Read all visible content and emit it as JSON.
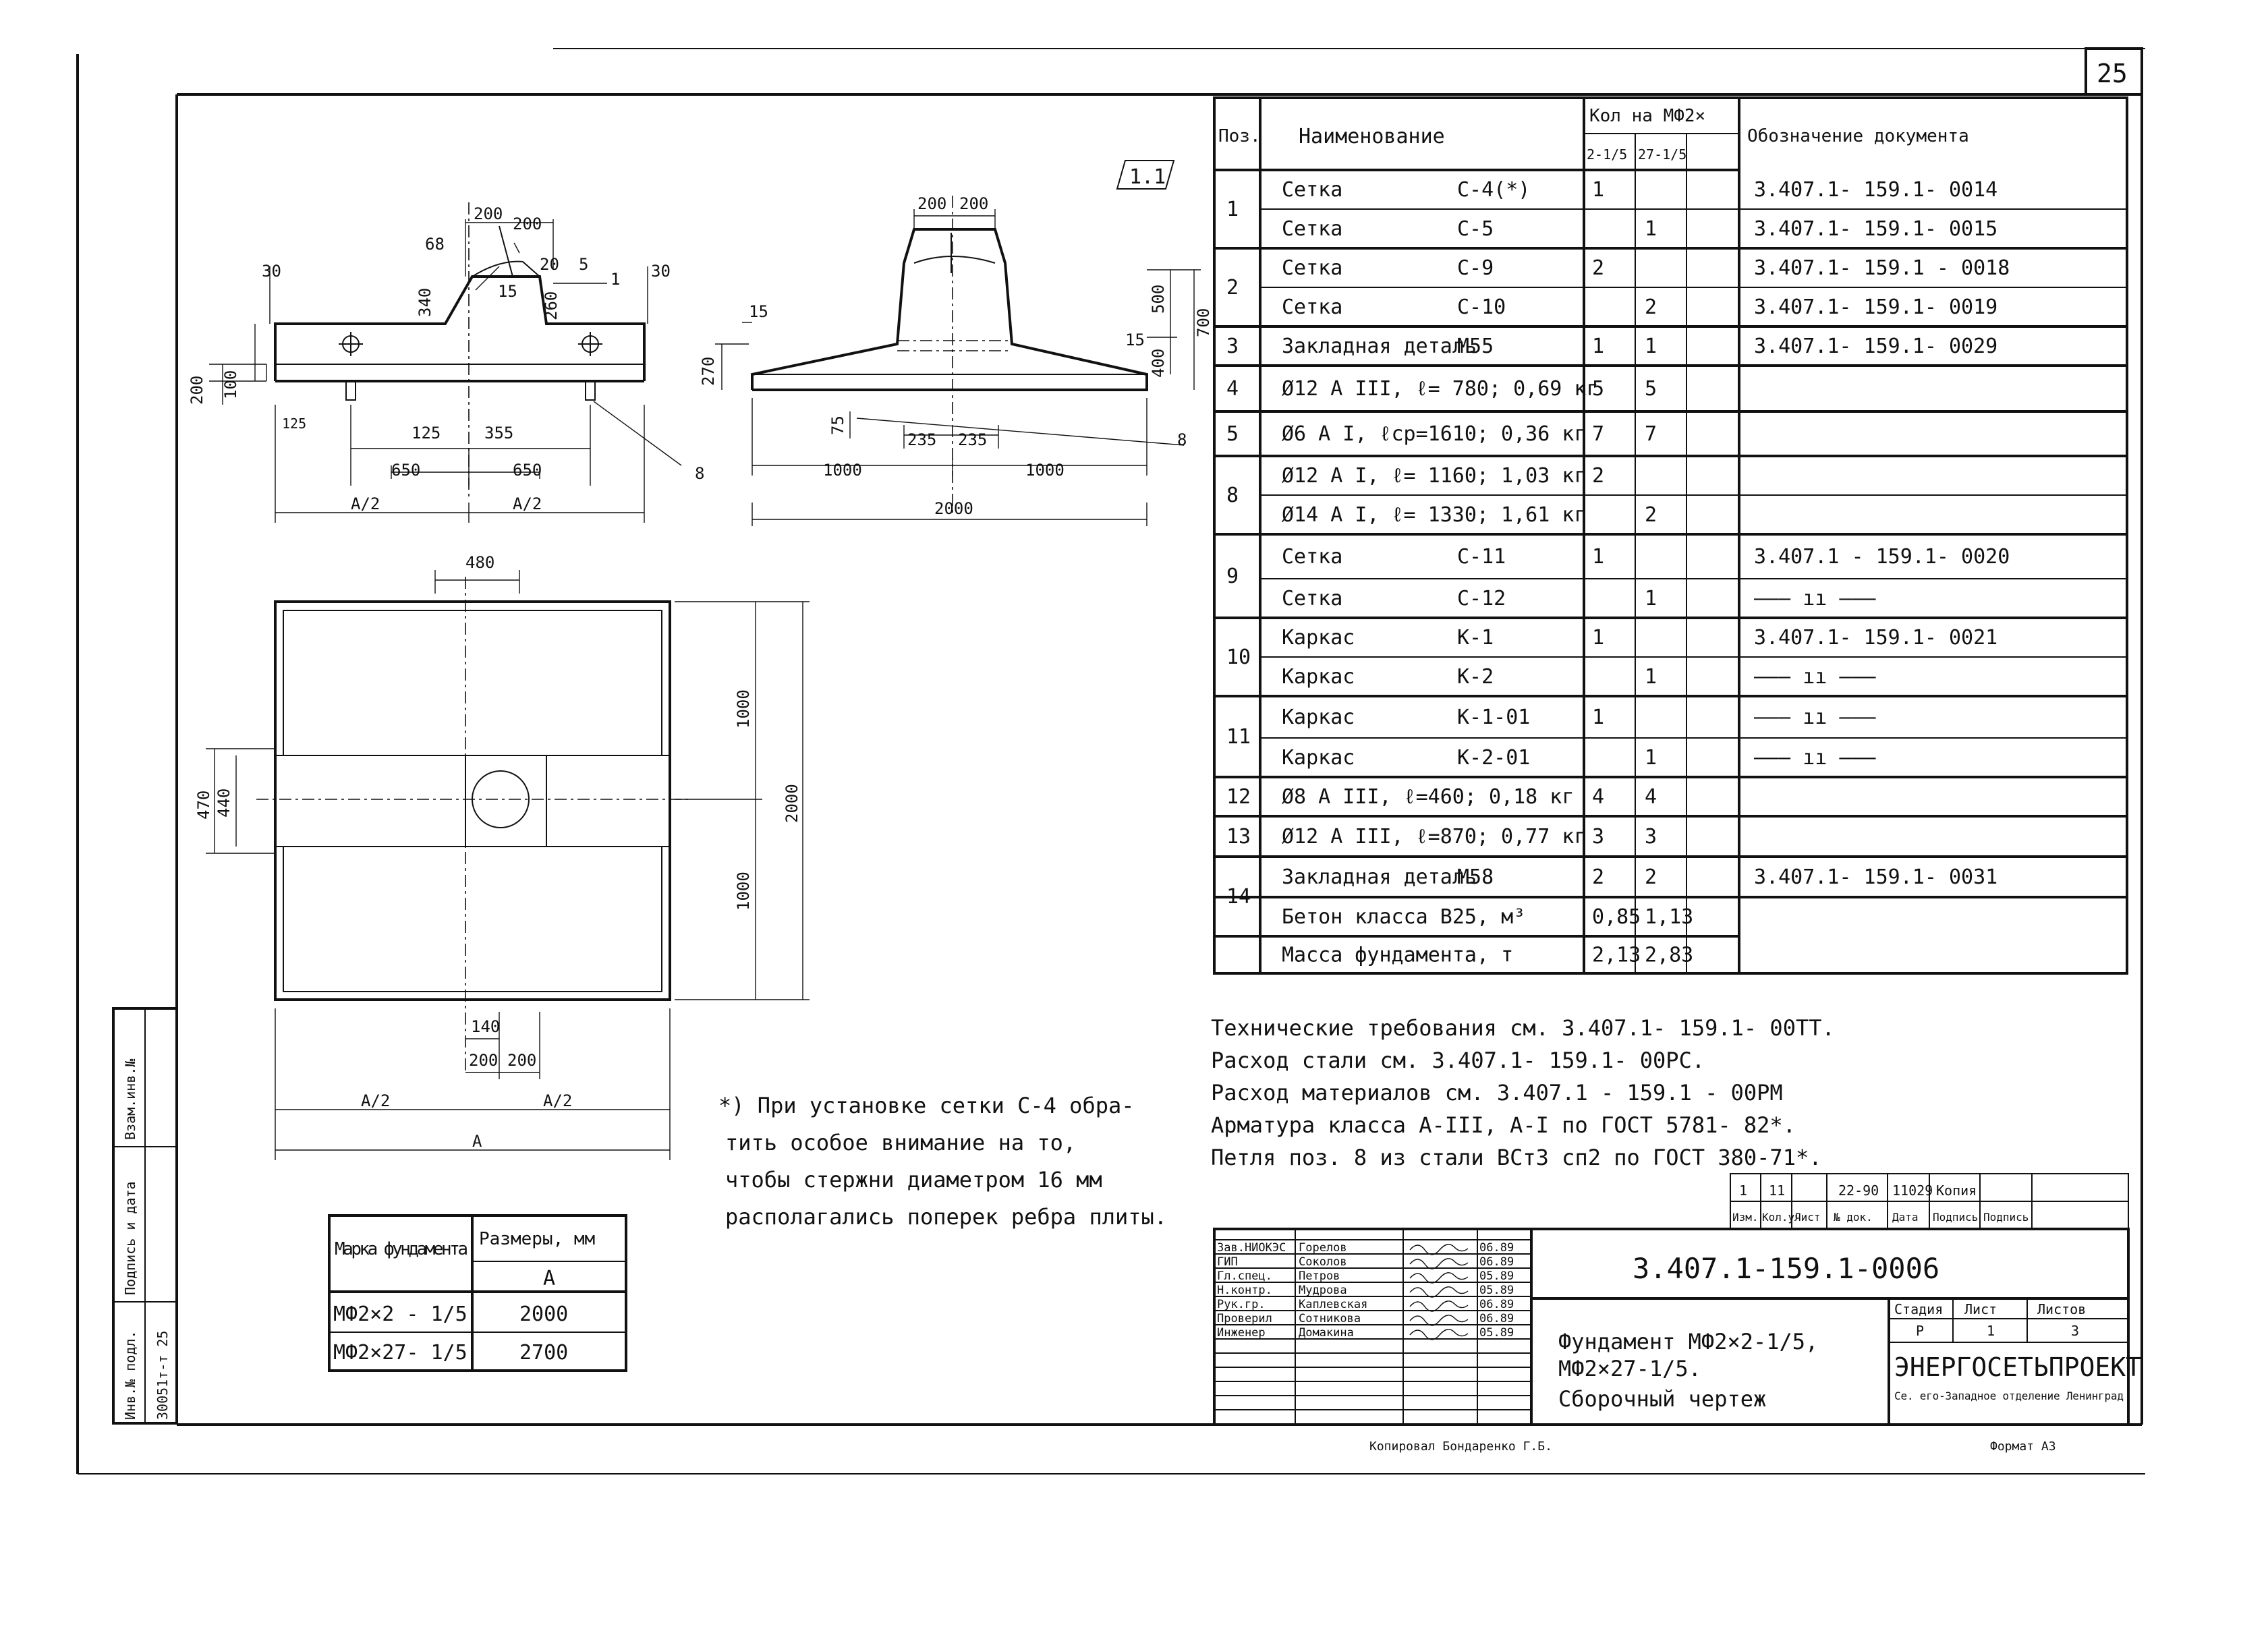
{
  "sheet_number": "25",
  "document_code": "3.407.1-159.1-0006",
  "view_marker": "1.1",
  "spec_table": {
    "headers": {
      "pos": "Поз.",
      "name": "Наименование",
      "qty": "Кол на МФ2×",
      "qty_col1": "2-1/5",
      "qty_col2": "27-1/5",
      "doc": "Обозначение документа"
    },
    "rows": [
      {
        "pos": "1",
        "name": "Сетка",
        "mark": "С-4(*)",
        "q1": "1",
        "q2": "",
        "doc": "3.407.1- 159.1- 0014"
      },
      {
        "pos": "",
        "name": "Сетка",
        "mark": "С-5",
        "q1": "",
        "q2": "1",
        "doc": "3.407.1- 159.1- 0015"
      },
      {
        "pos": "2",
        "name": "Сетка",
        "mark": "С-9",
        "q1": "2",
        "q2": "",
        "doc": "3.407.1- 159.1 - 0018"
      },
      {
        "pos": "",
        "name": "Сетка",
        "mark": "С-10",
        "q1": "",
        "q2": "2",
        "doc": "3.407.1- 159.1- 0019"
      },
      {
        "pos": "3",
        "name": "Закладная деталь",
        "mark": "М55",
        "q1": "1",
        "q2": "1",
        "doc": "3.407.1- 159.1- 0029"
      },
      {
        "pos": "4",
        "name": "Ø12 А III, ℓ= 780; 0,69 кг",
        "mark": "",
        "q1": "5",
        "q2": "5",
        "doc": ""
      },
      {
        "pos": "5",
        "name": "Ø6 А I, ℓср=1610; 0,36 кг",
        "mark": "",
        "q1": "7",
        "q2": "7",
        "doc": ""
      },
      {
        "pos": "8",
        "name": "Ø12 А I, ℓ= 1160; 1,03 кг",
        "mark": "",
        "q1": "2",
        "q2": "",
        "doc": ""
      },
      {
        "pos": "",
        "name": "Ø14 А I, ℓ= 1330; 1,61 кг",
        "mark": "",
        "q1": "",
        "q2": "2",
        "doc": ""
      },
      {
        "pos": "9",
        "name": "Сетка",
        "mark": "С-11",
        "q1": "1",
        "q2": "",
        "doc": "3.407.1 - 159.1- 0020"
      },
      {
        "pos": "",
        "name": "Сетка",
        "mark": "С-12",
        "q1": "",
        "q2": "1",
        "doc": "——— ıı ———"
      },
      {
        "pos": "10",
        "name": "Каркас",
        "mark": "К-1",
        "q1": "1",
        "q2": "",
        "doc": "3.407.1- 159.1- 0021"
      },
      {
        "pos": "",
        "name": "Каркас",
        "mark": "К-2",
        "q1": "",
        "q2": "1",
        "doc": "——— ıı ———"
      },
      {
        "pos": "11",
        "name": "Каркас",
        "mark": "К-1-01",
        "q1": "1",
        "q2": "",
        "doc": "——— ıı ———"
      },
      {
        "pos": "",
        "name": "Каркас",
        "mark": "К-2-01",
        "q1": "",
        "q2": "1",
        "doc": "——— ıı ———"
      },
      {
        "pos": "12",
        "name": "Ø8 А III, ℓ=460; 0,18 кг",
        "mark": "",
        "q1": "4",
        "q2": "4",
        "doc": ""
      },
      {
        "pos": "13",
        "name": "Ø12 А III, ℓ=870; 0,77 кг",
        "mark": "",
        "q1": "3",
        "q2": "3",
        "doc": ""
      },
      {
        "pos": "14",
        "name": "Закладная деталь",
        "mark": "М58",
        "q1": "2",
        "q2": "2",
        "doc": "3.407.1- 159.1- 0031"
      },
      {
        "pos": "",
        "name": "Бетон класса В25, м³",
        "mark": "",
        "q1": "0,85",
        "q2": "1,13",
        "doc": ""
      },
      {
        "pos": "",
        "name": "Масса фундамента, т",
        "mark": "",
        "q1": "2,13",
        "q2": "2,83",
        "doc": ""
      }
    ]
  },
  "tech_notes": [
    "Технические требования см. 3.407.1- 159.1- 00ТТ.",
    "Расход стали см. 3.407.1- 159.1- 00РС.",
    "Расход материалов см. 3.407.1 - 159.1 - 00РМ",
    "Арматура класса А-III, А-I по ГОСТ 5781- 82*.",
    "Петля поз. 8 из стали ВСт3 сп2 по ГОСТ 380-71*."
  ],
  "footnote": [
    "*) При установке сетки С-4 обра-",
    "тить особое внимание на то,",
    "чтобы стержни диаметром 16 мм",
    "располагались поперек ребра плиты."
  ],
  "size_table": {
    "h_mark": "Марка фундамента",
    "h_sizes": "Размеры, мм",
    "h_col": "А",
    "rows": [
      {
        "mark": "МФ2×2 - 1/5",
        "a": "2000"
      },
      {
        "mark": "МФ2×27- 1/5",
        "a": "2700"
      }
    ]
  },
  "revision_block": {
    "values": [
      "1",
      "11",
      "",
      "22-90",
      "11029",
      "Копия"
    ],
    "labels": [
      "Изм.",
      "Кол.уч",
      "Лист",
      "№ док.",
      "Дата",
      "Подпись",
      "Подпись"
    ]
  },
  "signatures": [
    {
      "role": "Зав.НИОКЭС",
      "name": "Горелов",
      "date": "06.89"
    },
    {
      "role": "ГИП",
      "name": "Соколов",
      "date": "06.89"
    },
    {
      "role": "Гл.спец.",
      "name": "Петров",
      "date": "05.89"
    },
    {
      "role": "Н.контр.",
      "name": "Мудрова",
      "date": "05.89"
    },
    {
      "role": "Рук.гр.",
      "name": "Каплевская",
      "date": "06.89"
    },
    {
      "role": "Проверил",
      "name": "Сотникова",
      "date": "06.89"
    },
    {
      "role": "Инженер",
      "name": "Домакина",
      "date": "05.89"
    }
  ],
  "title_block": {
    "title_lines": [
      "Фундамент МФ2×2-1/5,",
      "МФ2×27-1/5.",
      "Сборочный чертеж"
    ],
    "stage_label": "Стадия",
    "sheet_label": "Лист",
    "sheets_label": "Листов",
    "stage": "Р",
    "sheet": "1",
    "sheets": "3",
    "org": "ЭНЕРГОСЕТЬПРОЕКТ",
    "org_sub": "Се. его-Западное отделение Ленинград"
  },
  "side_strip": [
    "Инв.№ подл.",
    "Подпись и дата",
    "Взам.инв.№"
  ],
  "side_strip_value": "30051т-т 25",
  "footer_left": "Копировал Бондаренко Г.Б.",
  "footer_right": "Формат А3",
  "dimensions": {
    "elev_a": [
      "200",
      "200",
      "68",
      "340",
      "260",
      "20",
      "5",
      "1",
      "30",
      "30",
      "15",
      "200",
      "100",
      "125",
      "125",
      "355",
      "650",
      "650",
      "А/2",
      "А/2",
      "8"
    ],
    "elev_b": [
      "200",
      "200",
      "15",
      "270",
      "15",
      "500",
      "700",
      "400",
      "75",
      "235",
      "235",
      "1000",
      "1000",
      "2000",
      "8"
    ],
    "plan": [
      "480",
      "1000",
      "1000",
      "2000",
      "470",
      "440",
      "140",
      "200",
      "200",
      "А/2",
      "А/2",
      "А"
    ]
  }
}
